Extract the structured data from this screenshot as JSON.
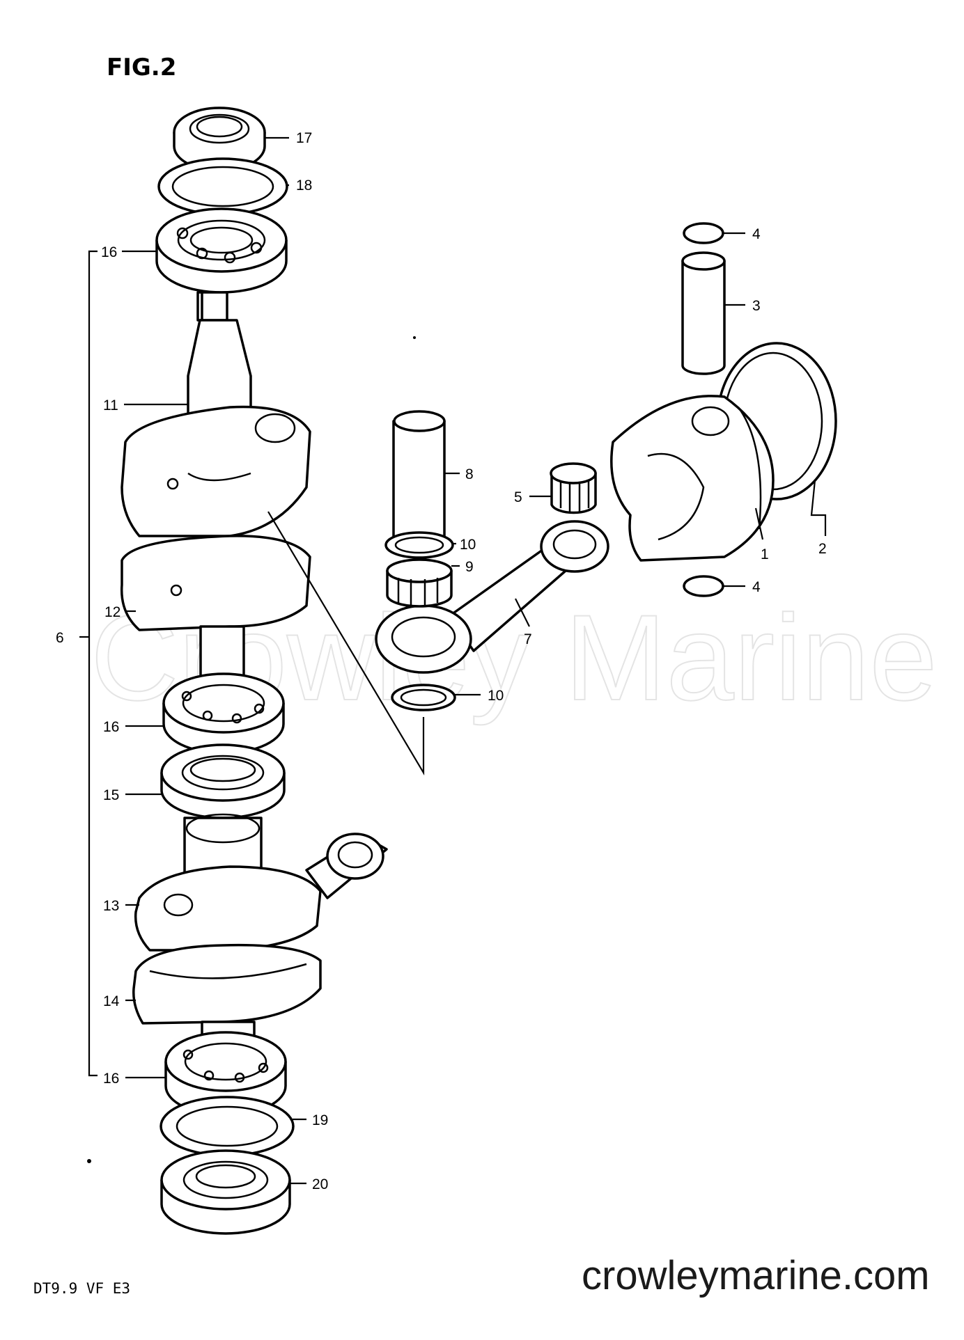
{
  "figure": {
    "title": "FIG.2"
  },
  "model_code": "DT9.9 VF E3",
  "watermark": "Crowley Marine",
  "site_url": "crowleymarine.com",
  "callouts": [
    {
      "id": "c17",
      "label": "17"
    },
    {
      "id": "c18",
      "label": "18"
    },
    {
      "id": "c16a",
      "label": "16"
    },
    {
      "id": "c11",
      "label": "11"
    },
    {
      "id": "c12",
      "label": "12"
    },
    {
      "id": "c6",
      "label": "6"
    },
    {
      "id": "c16b",
      "label": "16"
    },
    {
      "id": "c15",
      "label": "15"
    },
    {
      "id": "c13",
      "label": "13"
    },
    {
      "id": "c14",
      "label": "14"
    },
    {
      "id": "c16c",
      "label": "16"
    },
    {
      "id": "c19",
      "label": "19"
    },
    {
      "id": "c20",
      "label": "20"
    },
    {
      "id": "c4a",
      "label": "4"
    },
    {
      "id": "c3",
      "label": "3"
    },
    {
      "id": "c8",
      "label": "8"
    },
    {
      "id": "c5",
      "label": "5"
    },
    {
      "id": "c10a",
      "label": "10"
    },
    {
      "id": "c9",
      "label": "9"
    },
    {
      "id": "c7",
      "label": "7"
    },
    {
      "id": "c10b",
      "label": "10"
    },
    {
      "id": "c1",
      "label": "1"
    },
    {
      "id": "c2",
      "label": "2"
    },
    {
      "id": "c4b",
      "label": "4"
    }
  ]
}
